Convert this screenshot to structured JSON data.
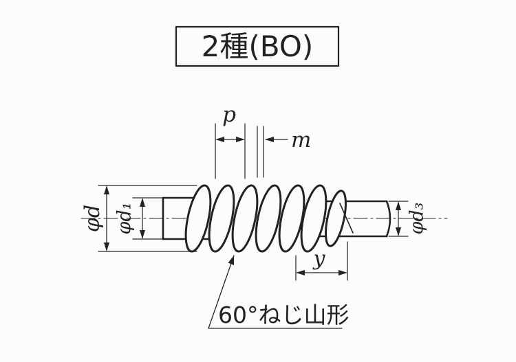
{
  "colors": {
    "ink": "#222222",
    "paper": "#fcfcfc"
  },
  "figure": {
    "title": "2種(BO)",
    "thread_note": "60°ねじ山形"
  },
  "dimensions": {
    "pitch": "p",
    "crest_width": "m",
    "major_diameter": "φd",
    "root_diameter": "φd₁",
    "shank_diameter": "φd₃",
    "incomplete_thread_length": "y"
  }
}
